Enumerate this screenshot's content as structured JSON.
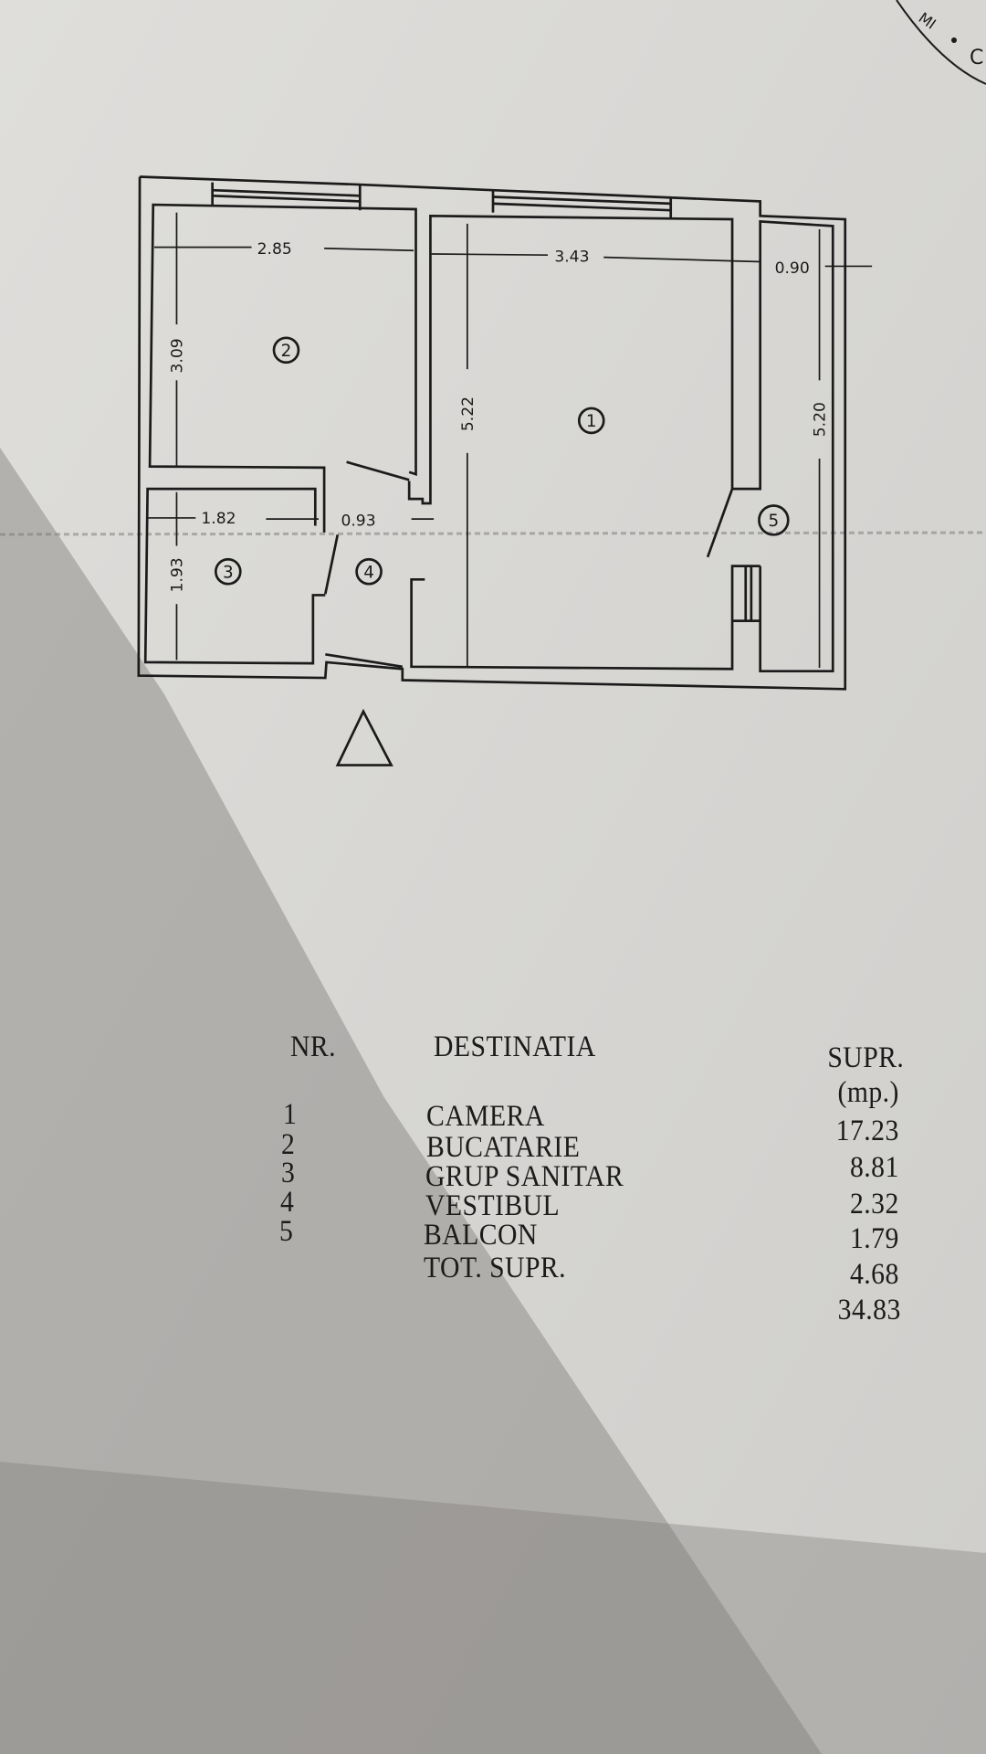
{
  "stamp": {
    "text": "MI • C"
  },
  "plan": {
    "dimensions": {
      "kitchen_width": "2.85",
      "room_width": "3.43",
      "balcony_width": "0.90",
      "kitchen_height": "3.09",
      "room_height": "5.22",
      "balcony_height": "5.20",
      "bath_width": "1.82",
      "hall_width": "0.93",
      "bath_height": "1.93"
    },
    "room_numbers": [
      "1",
      "2",
      "3",
      "4",
      "5"
    ]
  },
  "table": {
    "headers": {
      "nr": "NR.",
      "destination": "DESTINATIA",
      "area": "SUPR.",
      "area_unit": "(mp.)"
    },
    "rows": [
      {
        "nr": "1",
        "name": "CAMERA",
        "area": "17.23"
      },
      {
        "nr": "2",
        "name": "BUCATARIE",
        "area": "8.81"
      },
      {
        "nr": "3",
        "name": "GRUP SANITAR",
        "area": "2.32"
      },
      {
        "nr": "4",
        "name": "VESTIBUL",
        "area": "1.79"
      },
      {
        "nr": "5",
        "name": "BALCON",
        "area": "4.68"
      }
    ],
    "total": {
      "name": "TOT. SUPR.",
      "area": "34.83"
    }
  },
  "colors": {
    "paper": "#d9d8d4",
    "ink": "#1b1b1b",
    "shadow": "#8c8b88"
  }
}
